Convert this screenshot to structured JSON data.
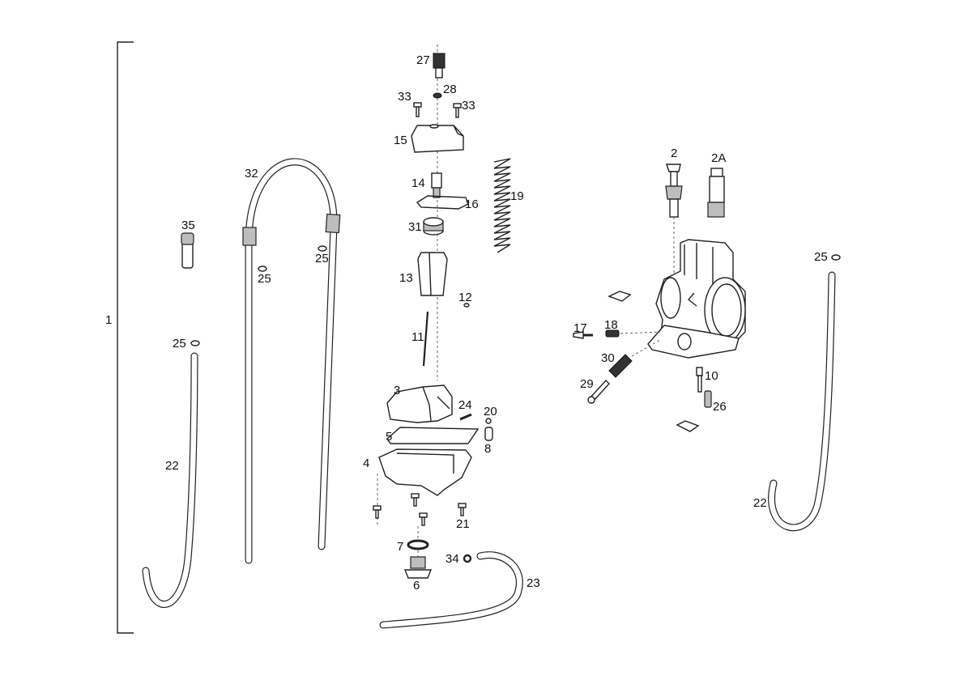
{
  "labels": {
    "l1": "1",
    "l2": "2",
    "l2a": "2A",
    "l3": "3",
    "l4": "4",
    "l5": "5",
    "l6": "6",
    "l7": "7",
    "l8": "8",
    "l10": "10",
    "l11": "11",
    "l12": "12",
    "l13": "13",
    "l14": "14",
    "l15": "15",
    "l16": "16",
    "l17": "17",
    "l18": "18",
    "l19": "19",
    "l20": "20",
    "l21": "21",
    "l22a": "22",
    "l22b": "22",
    "l23": "23",
    "l24": "24",
    "l25a": "25",
    "l25b": "25",
    "l25c": "25",
    "l25d": "25",
    "l26": "26",
    "l27": "27",
    "l28": "28",
    "l29": "29",
    "l30": "30",
    "l31": "31",
    "l32": "32",
    "l33a": "33",
    "l33b": "33",
    "l34": "34",
    "l35": "35"
  }
}
